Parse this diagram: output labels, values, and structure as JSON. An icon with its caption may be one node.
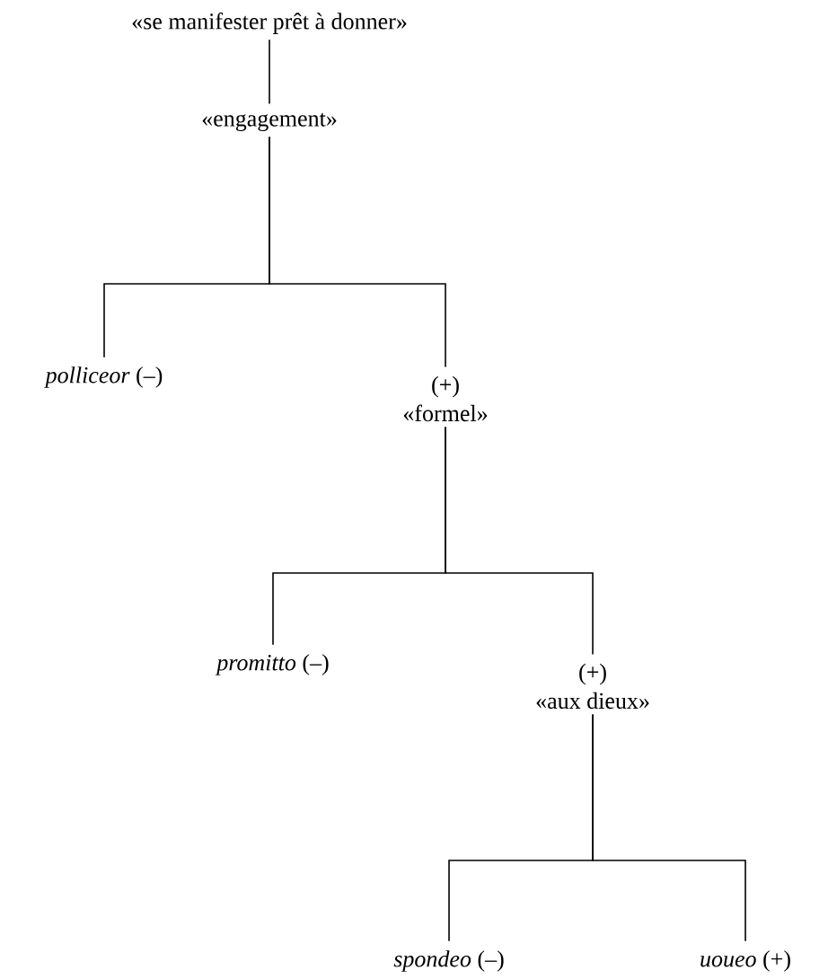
{
  "diagram": {
    "nodes": [
      {
        "text": [
          "«se manifester prêt à donner»"
        ]
      },
      {
        "text": [
          "«engagement»"
        ]
      },
      {
        "text": [
          "*polliceor* (–)"
        ]
      },
      {
        "text": [
          "(+)",
          "«formel»"
        ]
      },
      {
        "text": [
          "*promitto* (–)"
        ]
      },
      {
        "text": [
          "(+)",
          "«aux dieux»"
        ]
      },
      {
        "text": [
          "*spondeo* (–)"
        ]
      },
      {
        "text": [
          "*uoueo* (+)"
        ]
      }
    ],
    "edges": [
      {
        "from": 0,
        "to": 1,
        "arrow": "none"
      },
      {
        "from": 1,
        "to": 2,
        "arrow": "none"
      },
      {
        "from": 1,
        "to": 3,
        "arrow": "none"
      },
      {
        "from": 3,
        "to": 4,
        "arrow": "none"
      },
      {
        "from": 3,
        "to": 5,
        "arrow": "none"
      },
      {
        "from": 5,
        "to": 6,
        "arrow": "none"
      },
      {
        "from": 5,
        "to": 7,
        "arrow": "none"
      }
    ]
  }
}
